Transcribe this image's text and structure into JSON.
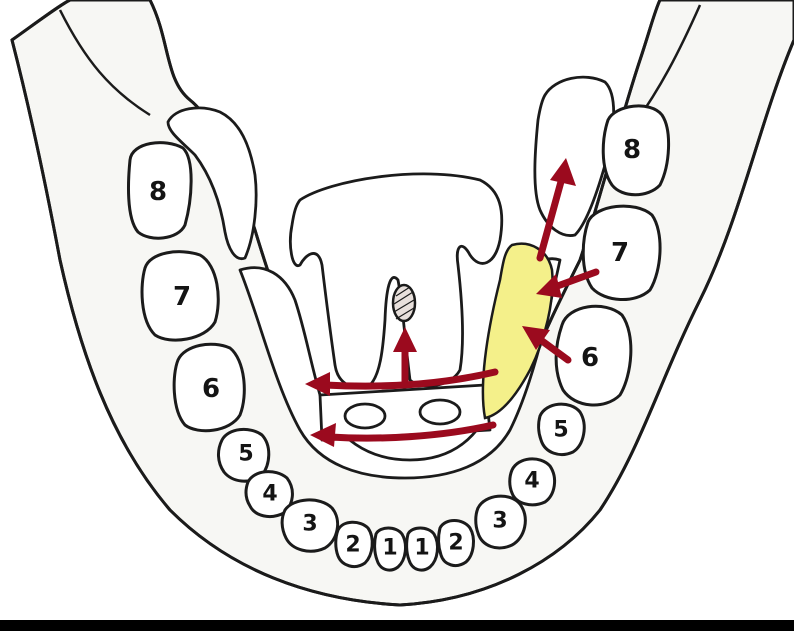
{
  "colors": {
    "background": "#000000",
    "bone": "#f7f7f4",
    "outline": "#1b1b1b",
    "highlight_zone": "#f4f08a",
    "arrows": "#9b0a1e"
  },
  "teeth": {
    "left": [
      {
        "id": "l8",
        "label": "8"
      },
      {
        "id": "l7",
        "label": "7"
      },
      {
        "id": "l6",
        "label": "6"
      },
      {
        "id": "l5",
        "label": "5"
      },
      {
        "id": "l4",
        "label": "4"
      },
      {
        "id": "l3",
        "label": "3"
      },
      {
        "id": "l2",
        "label": "2"
      },
      {
        "id": "l1",
        "label": "1"
      }
    ],
    "right": [
      {
        "id": "r1",
        "label": "1"
      },
      {
        "id": "r2",
        "label": "2"
      },
      {
        "id": "r3",
        "label": "3"
      },
      {
        "id": "r4",
        "label": "4"
      },
      {
        "id": "r5",
        "label": "5"
      },
      {
        "id": "r6",
        "label": "6"
      },
      {
        "id": "r7",
        "label": "7"
      },
      {
        "id": "r8",
        "label": "8"
      }
    ]
  },
  "arrows": [
    {
      "id": "upward-molar",
      "icon": "arrow-up-right-icon"
    },
    {
      "id": "pressure-7",
      "icon": "arrow-left-icon"
    },
    {
      "id": "pressure-6",
      "icon": "arrow-up-left-icon"
    },
    {
      "id": "tongue-up",
      "icon": "arrow-up-icon"
    },
    {
      "id": "sweep-upper",
      "icon": "arrow-left-icon"
    },
    {
      "id": "sweep-lower",
      "icon": "arrow-left-icon"
    }
  ]
}
